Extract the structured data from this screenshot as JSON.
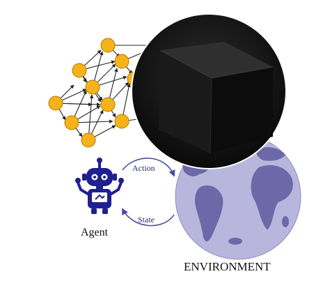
{
  "labels": {
    "action": "Action",
    "state": "State",
    "agent": "Agent",
    "environment": "ENVIRONMENT"
  },
  "colors": {
    "node_fill": "#f5b21b",
    "node_stroke": "#b07c00",
    "edge": "#222222",
    "agent": "#1f1f8f",
    "loop_arrow": "#4b4b9e",
    "globe_ocean": "#b9b6dd",
    "globe_land": "#6d68a8",
    "black_box_bg": "#111111",
    "cube_front": "#1a1a1a",
    "cube_top": "#2f2f2f",
    "cube_side": "#0c0c0c"
  },
  "icons": {
    "network": "neural-network-icon",
    "cube": "black-box-cube-icon",
    "robot": "robot-agent-icon",
    "globe": "earth-globe-icon"
  }
}
